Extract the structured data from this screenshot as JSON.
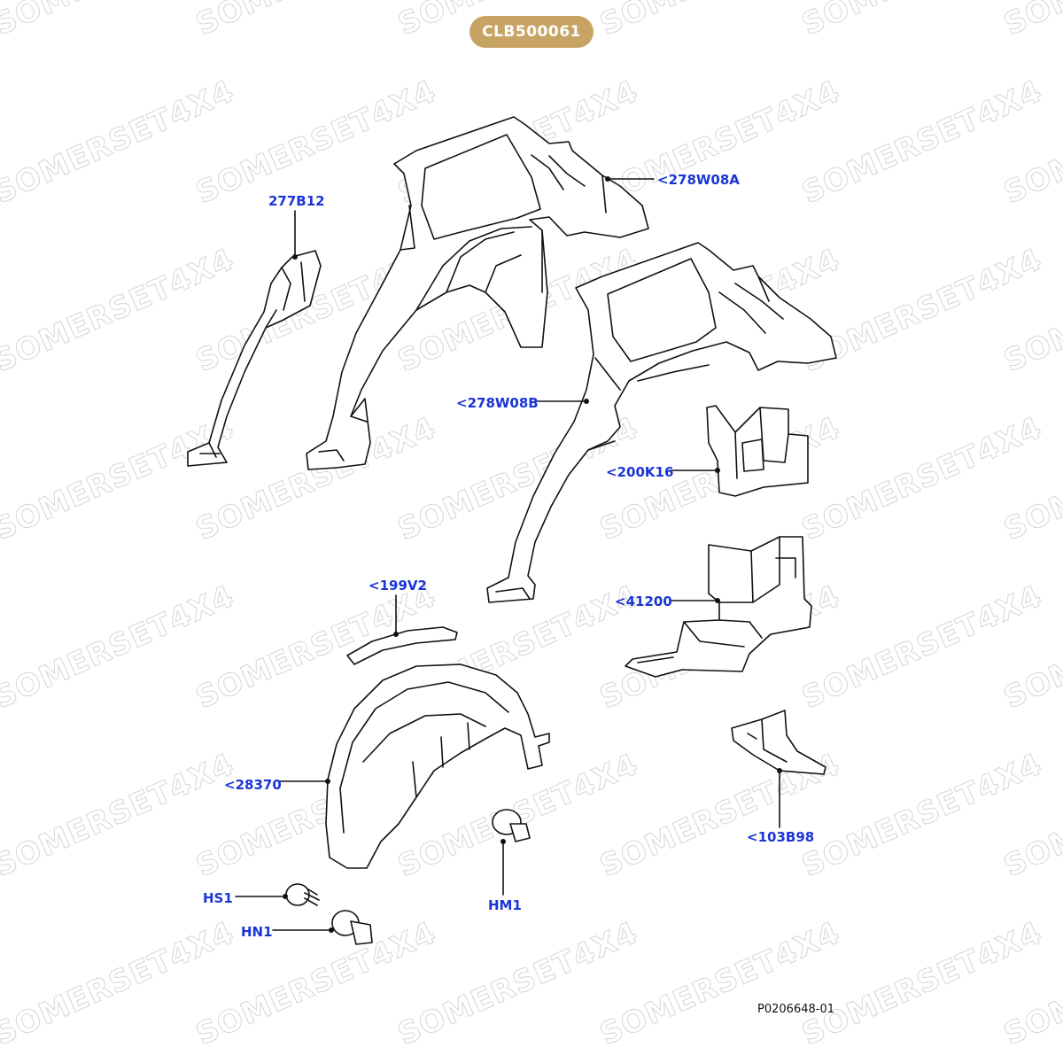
{
  "badge": {
    "code": "CLB500061"
  },
  "watermark": {
    "text": "SOMERSET4X4"
  },
  "reference": "P0206648-01",
  "colors": {
    "badge": "#c8a464",
    "callout": "#1a35d6",
    "line": "#111111",
    "watermark": "#d6d6d6"
  },
  "callouts": [
    {
      "id": "277b12",
      "text": "277B12"
    },
    {
      "id": "278w08a",
      "text": "<278W08A"
    },
    {
      "id": "278w08b",
      "text": "<278W08B"
    },
    {
      "id": "200k16",
      "text": "<200K16"
    },
    {
      "id": "199v2",
      "text": "<199V2"
    },
    {
      "id": "41200",
      "text": "<41200"
    },
    {
      "id": "28370",
      "text": "<28370"
    },
    {
      "id": "103b98",
      "text": "<103B98"
    },
    {
      "id": "hs1",
      "text": "HS1"
    },
    {
      "id": "hm1",
      "text": "HM1"
    },
    {
      "id": "hn1",
      "text": "HN1"
    }
  ]
}
